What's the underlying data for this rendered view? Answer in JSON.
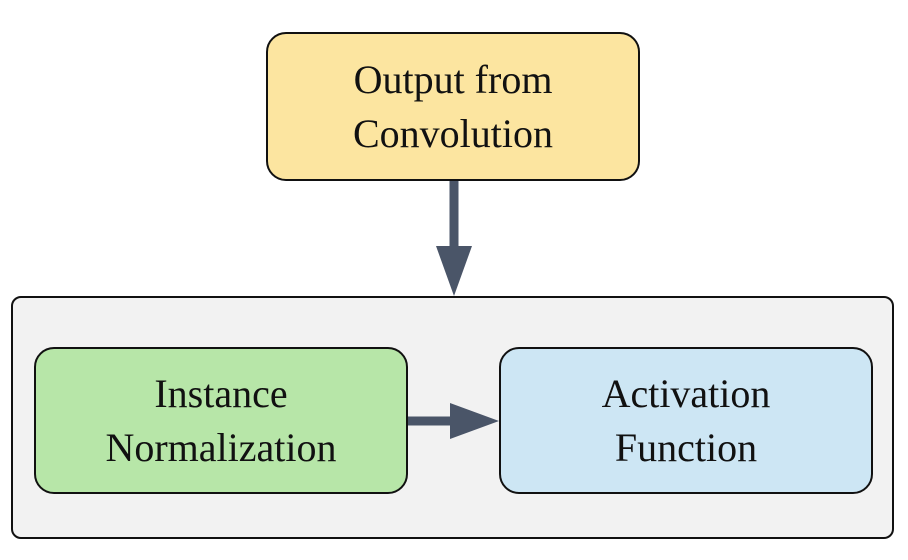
{
  "nodes": {
    "output": {
      "line1": "Output from",
      "line2": "Convolution",
      "fill": "#fce5a0"
    },
    "norm": {
      "line1": "Instance",
      "line2": "Normalization",
      "fill": "#b7e6a8"
    },
    "act": {
      "line1": "Activation",
      "line2": "Function",
      "fill": "#cde6f4"
    }
  },
  "group": {
    "fill": "#f2f2f2"
  },
  "edges": [
    {
      "from": "output",
      "to": "group"
    },
    {
      "from": "norm",
      "to": "act"
    }
  ],
  "colors": {
    "border": "#111111",
    "arrow": "#4a5568"
  }
}
